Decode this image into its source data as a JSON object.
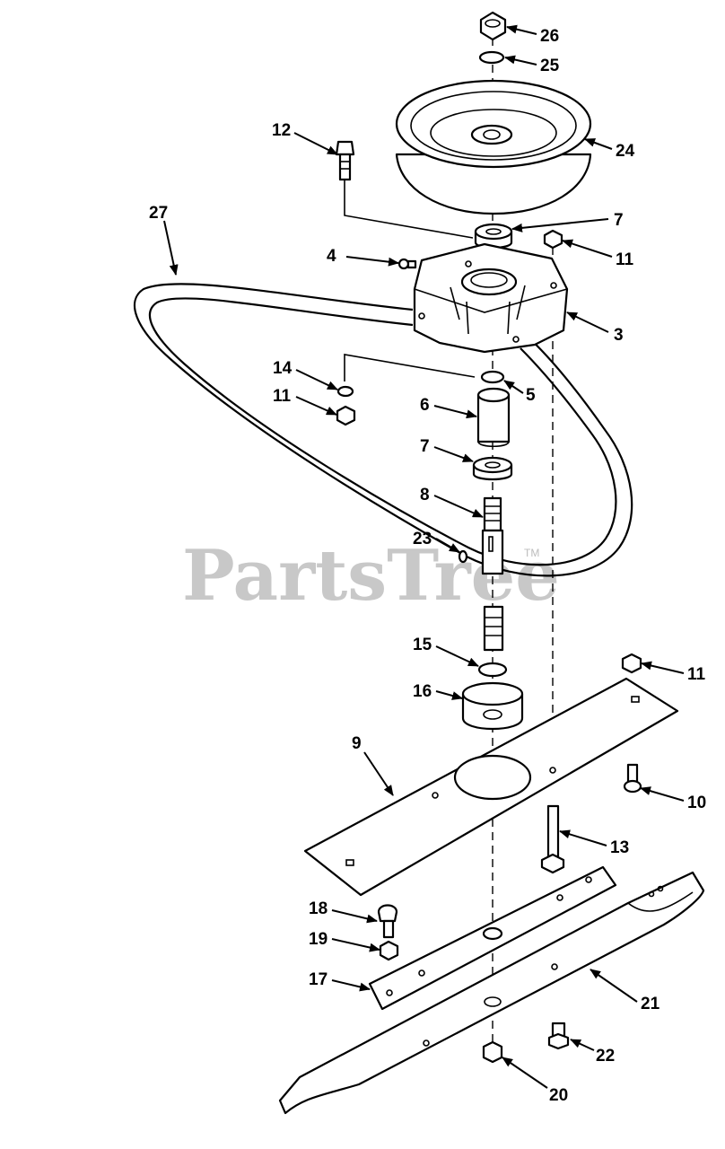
{
  "watermark": {
    "text": "PartsTree",
    "trademark": "TM",
    "color": "#c8c8c8"
  },
  "callouts": {
    "p26": "26",
    "p25": "25",
    "p24": "24",
    "p12": "12",
    "p27": "27",
    "p7a": "7",
    "p11a": "11",
    "p4": "4",
    "p3": "3",
    "p14": "14",
    "p5": "5",
    "p11b": "11",
    "p6": "6",
    "p7b": "7",
    "p8": "8",
    "p23": "23",
    "p15": "15",
    "p16": "16",
    "p11c": "11",
    "p9": "9",
    "p10": "10",
    "p13": "13",
    "p18": "18",
    "p19": "19",
    "p17": "17",
    "p21": "21",
    "p22": "22",
    "p20": "20"
  }
}
